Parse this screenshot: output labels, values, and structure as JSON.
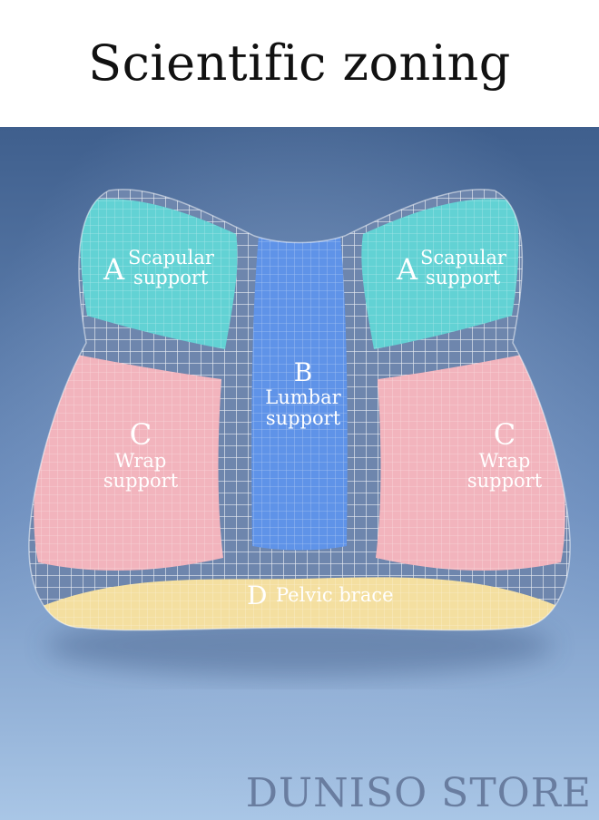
{
  "title": "Scientific zoning",
  "zones": {
    "a_left": {
      "letter": "A",
      "line1": "Scapular",
      "line2": "support"
    },
    "a_right": {
      "letter": "A",
      "line1": "Scapular",
      "line2": "support"
    },
    "b": {
      "letter": "B",
      "line1": "Lumbar",
      "line2": "support"
    },
    "c_left": {
      "letter": "C",
      "line1": "Wrap",
      "line2": "support"
    },
    "c_right": {
      "letter": "C",
      "line1": "Wrap",
      "line2": "support"
    },
    "d": {
      "letter": "D",
      "label": "Pelvic brace"
    }
  },
  "watermark": "DUNISO STORE",
  "colors": {
    "background_top": "#3f5f8d",
    "background_bottom": "#9dbde0",
    "cushion_mesh": "#6e86ad",
    "scapular_zone": "#62d2d4",
    "lumbar_zone": "#5f93e8",
    "wrap_zone": "#f2b4bd",
    "pelvic_zone": "#f4dfa0"
  }
}
